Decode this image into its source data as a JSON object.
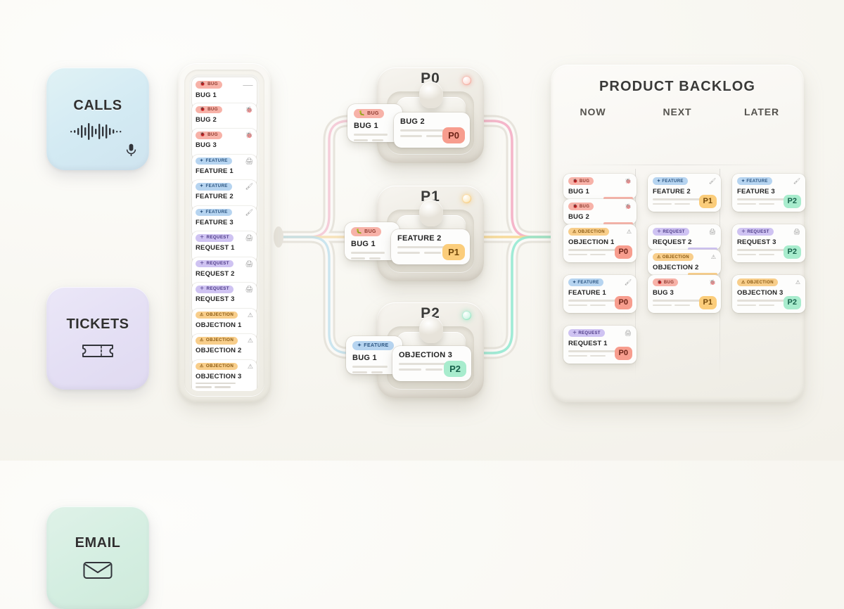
{
  "sources": [
    {
      "label": "CALLS",
      "icon": "waveform-icon",
      "sub_icon": "microphone-icon",
      "color": "#d3eaf3"
    },
    {
      "label": "TICKETS",
      "icon": "ticket-icon",
      "sub_icon": "",
      "color": "#e4dff4"
    },
    {
      "label": "EMAIL",
      "icon": "envelope-icon",
      "sub_icon": "",
      "color": "#d4eee1"
    }
  ],
  "intake": {
    "items": [
      {
        "tag": "BUG",
        "title": "BUG 1",
        "icon": "waveform-icon"
      },
      {
        "tag": "BUG",
        "title": "BUG 2",
        "icon": "bug-icon"
      },
      {
        "tag": "BUG",
        "title": "BUG 3",
        "icon": "bug-icon"
      },
      {
        "tag": "FEATURE",
        "title": "FEATURE 1",
        "icon": "comment-icon"
      },
      {
        "tag": "FEATURE",
        "title": "FEATURE 2",
        "icon": "wand-icon"
      },
      {
        "tag": "FEATURE",
        "title": "FEATURE 3",
        "icon": "wand-icon"
      },
      {
        "tag": "REQUEST",
        "title": "REQUEST 1",
        "icon": "comment-icon"
      },
      {
        "tag": "REQUEST",
        "title": "REQUEST 2",
        "icon": "comment-icon"
      },
      {
        "tag": "REQUEST",
        "title": "REQUEST 3",
        "icon": "comment-icon"
      },
      {
        "tag": "OBJECTION",
        "title": "OBJECTION 1",
        "icon": "warning-icon"
      },
      {
        "tag": "OBJECTION",
        "title": "OBJECTION 2",
        "icon": "warning-icon"
      },
      {
        "tag": "OBJECTION",
        "title": "OBJECTION 3",
        "icon": "warning-icon"
      }
    ]
  },
  "priority_nodes": [
    {
      "title": "P0",
      "led_color": "#f08d7c",
      "left_card": {
        "tag": "BUG",
        "title": "BUG 1"
      },
      "right_card": {
        "title": "BUG 2",
        "priority": "P0"
      }
    },
    {
      "title": "P1",
      "led_color": "#f5c063",
      "left_card": {
        "tag": "BUG",
        "title": "BUG 1"
      },
      "right_card": {
        "title": "FEATURE 2",
        "priority": "P1"
      }
    },
    {
      "title": "P2",
      "led_color": "#7fdfb5",
      "left_card": {
        "tag": "FEATURE",
        "title": "BUG 1"
      },
      "right_card": {
        "title": "OBJECTION 3",
        "priority": "P2"
      }
    }
  ],
  "backlog": {
    "title": "PRODUCT BACKLOG",
    "columns": [
      {
        "name": "NOW",
        "groups": [
          {
            "cards": [
              {
                "tag": "BUG",
                "title": "BUG 1",
                "icon": "bug-icon",
                "priority": ""
              },
              {
                "tag": "BUG",
                "title": "BUG 2",
                "icon": "bug-icon",
                "priority": ""
              },
              {
                "tag": "OBJECTION",
                "title": "OBJECTION 1",
                "icon": "warning-icon",
                "priority": "P0"
              }
            ]
          },
          {
            "cards": [
              {
                "tag": "FEATURE",
                "title": "FEATURE 1",
                "icon": "wand-icon",
                "priority": "P0"
              }
            ]
          },
          {
            "cards": [
              {
                "tag": "REQUEST",
                "title": "REQUEST 1",
                "icon": "comment-icon",
                "priority": "P0"
              }
            ]
          }
        ]
      },
      {
        "name": "NEXT",
        "groups": [
          {
            "cards": [
              {
                "tag": "FEATURE",
                "title": "FEATURE 2",
                "icon": "wand-icon",
                "priority": "P1"
              }
            ]
          },
          {
            "cards": [
              {
                "tag": "REQUEST",
                "title": "REQUEST 2",
                "icon": "comment-icon",
                "priority": ""
              },
              {
                "tag": "OBJECTION",
                "title": "OBJECTION 2",
                "icon": "warning-icon",
                "priority": ""
              },
              {
                "tag": "BUG",
                "title": "BUG 3",
                "icon": "bug-icon",
                "priority": "P1"
              }
            ]
          }
        ]
      },
      {
        "name": "LATER",
        "groups": [
          {
            "cards": [
              {
                "tag": "FEATURE",
                "title": "FEATURE 3",
                "icon": "wand-icon",
                "priority": "P2"
              }
            ]
          },
          {
            "cards": [
              {
                "tag": "REQUEST",
                "title": "REQUEST 3",
                "icon": "comment-icon",
                "priority": "P2"
              }
            ]
          },
          {
            "cards": [
              {
                "tag": "OBJECTION",
                "title": "OBJECTION 3",
                "icon": "warning-icon",
                "priority": "P2"
              }
            ]
          }
        ]
      }
    ]
  },
  "colors": {
    "background": "#faf9f5",
    "bug": "#f7b2a8",
    "feature": "#b6d4f0",
    "request": "#cfc3f2",
    "objection": "#f8ce8b",
    "p0": "#f79d8e",
    "p1": "#fbcd7b",
    "p2": "#a8eccd"
  }
}
